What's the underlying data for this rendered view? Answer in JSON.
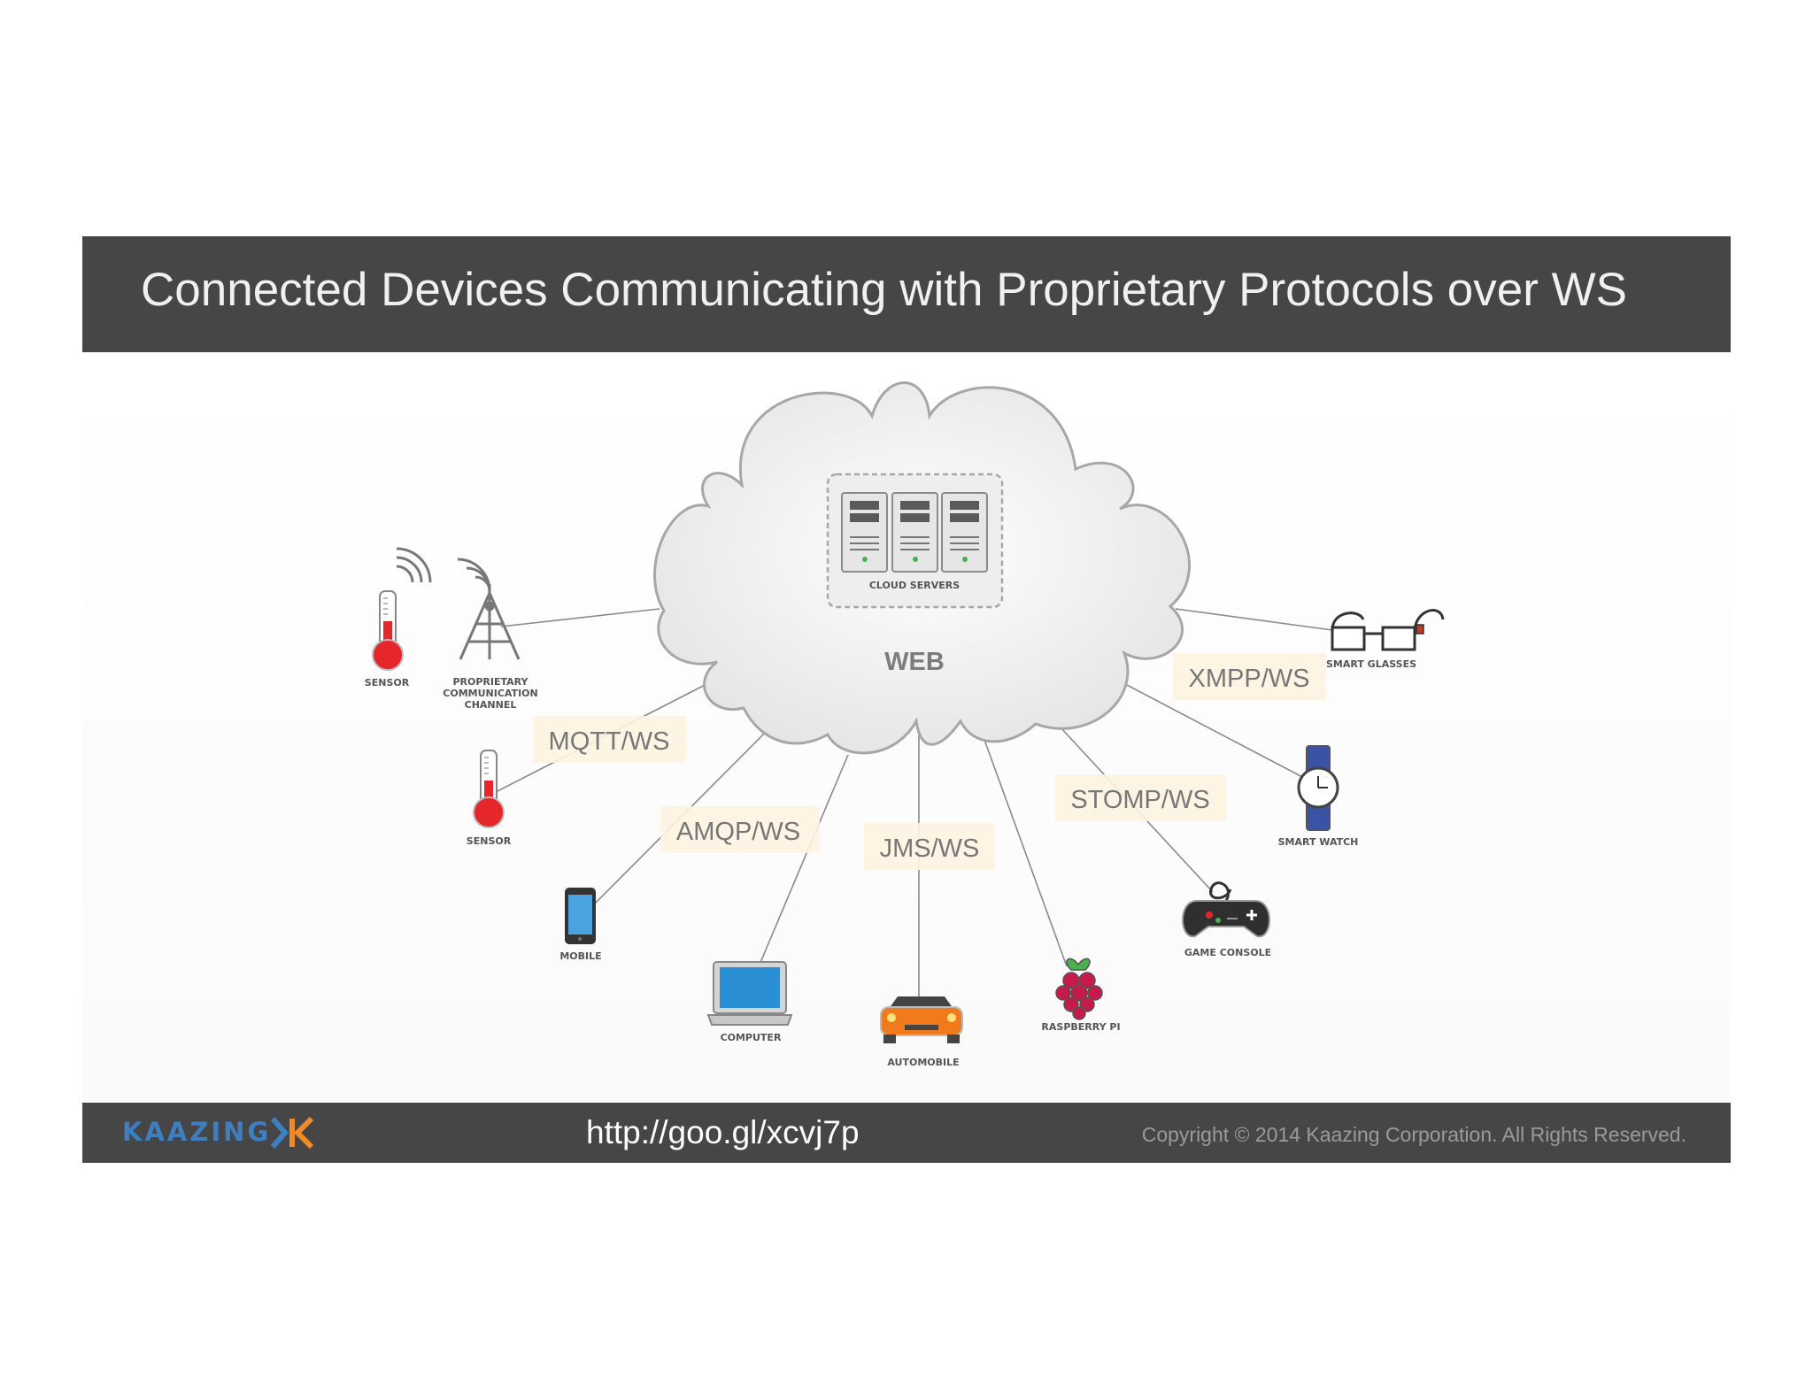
{
  "header": {
    "title": "Connected Devices Communicating with Proprietary Protocols over WS"
  },
  "cloud": {
    "label": "WEB",
    "servers_label": "CLOUD SERVERS"
  },
  "protocols": {
    "mqtt": "MQTT/WS",
    "amqp": "AMQP/WS",
    "jms": "JMS/WS",
    "stomp": "STOMP/WS",
    "xmpp": "XMPP/WS"
  },
  "devices": {
    "sensor_top": "SENSOR",
    "proprietary_line1": "PROPRIETARY",
    "proprietary_line2": "COMMUNICATION",
    "proprietary_line3": "CHANNEL",
    "sensor_mid": "SENSOR",
    "mobile": "MOBILE",
    "computer": "COMPUTER",
    "automobile": "AUTOMOBILE",
    "raspberry_pi": "RASPBERRY PI",
    "game_console": "GAME CONSOLE",
    "smart_watch": "SMART WATCH",
    "smart_glasses": "SMART GLASSES"
  },
  "footer": {
    "logo_text": "KAAZING",
    "url": "http://goo.gl/xcvj7p",
    "copyright": "Copyright © 2014 Kaazing Corporation. All Rights Reserved."
  },
  "colors": {
    "bar": "#464646",
    "logo_blue": "#3e7fc1",
    "logo_orange": "#f08a24",
    "label_bg": "#fdf3e1"
  }
}
